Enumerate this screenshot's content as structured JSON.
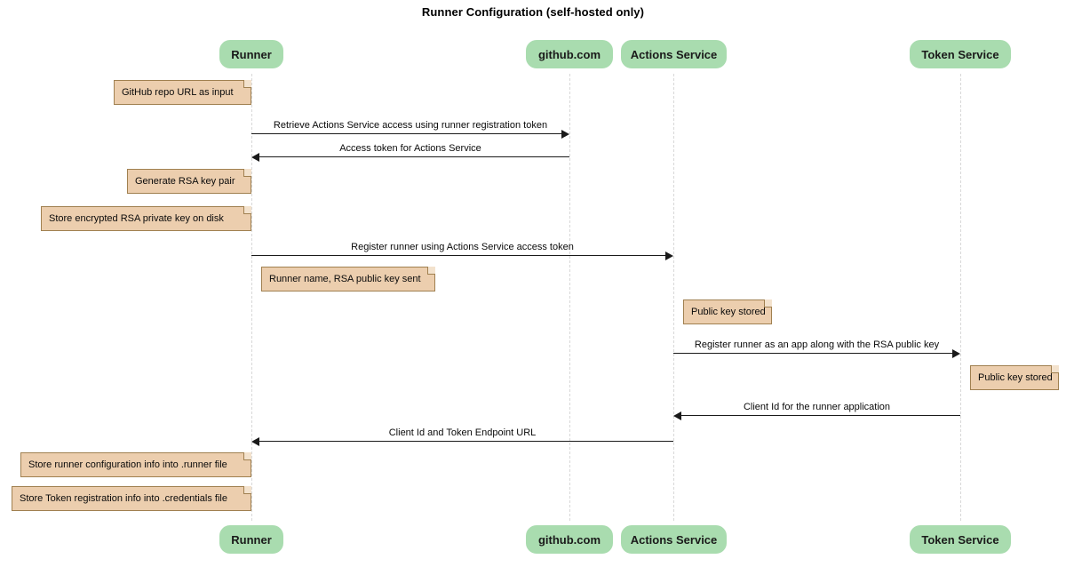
{
  "diagram": {
    "type": "sequence-diagram",
    "title": "Runner Configuration (self-hosted only)",
    "colors": {
      "participant_fill": "#a9dcaf",
      "note_fill": "#ecceae",
      "note_border": "#a08050",
      "line": "#1a1a1a",
      "lifeline": "#d8d8d8",
      "background": "#ffffff"
    }
  },
  "participants": [
    {
      "id": "runner",
      "label": "Runner"
    },
    {
      "id": "github",
      "label": "github.com"
    },
    {
      "id": "actions",
      "label": "Actions Service"
    },
    {
      "id": "token",
      "label": "Token Service"
    }
  ],
  "messages": [
    {
      "id": "m1",
      "label": "Retrieve Actions Service access using runner registration token",
      "from": "runner",
      "to": "github",
      "direction": "right"
    },
    {
      "id": "m2",
      "label": "Access token for Actions Service",
      "from": "github",
      "to": "runner",
      "direction": "left"
    },
    {
      "id": "m3",
      "label": "Register runner using Actions Service access token",
      "from": "runner",
      "to": "actions",
      "direction": "right"
    },
    {
      "id": "m4",
      "label": "Register runner as an app along with the RSA public key",
      "from": "actions",
      "to": "token",
      "direction": "right"
    },
    {
      "id": "m5",
      "label": "Client Id for the runner application",
      "from": "token",
      "to": "actions",
      "direction": "left"
    },
    {
      "id": "m6",
      "label": "Client Id and Token Endpoint URL",
      "from": "actions",
      "to": "runner",
      "direction": "left"
    }
  ],
  "notes": [
    {
      "id": "n1",
      "label": "GitHub repo URL as input",
      "attached_to": "runner"
    },
    {
      "id": "n2",
      "label": "Generate RSA key pair",
      "attached_to": "runner"
    },
    {
      "id": "n3",
      "label": "Store encrypted RSA private key on disk",
      "attached_to": "runner"
    },
    {
      "id": "n4",
      "label": "Runner name, RSA public key sent",
      "attached_to": "runner"
    },
    {
      "id": "n5",
      "label": "Public key stored",
      "attached_to": "actions"
    },
    {
      "id": "n6",
      "label": "Public key stored",
      "attached_to": "token"
    },
    {
      "id": "n7",
      "label": "Store runner configuration info into .runner file",
      "attached_to": "runner"
    },
    {
      "id": "n8",
      "label": "Store Token registration info into .credentials file",
      "attached_to": "runner"
    }
  ]
}
